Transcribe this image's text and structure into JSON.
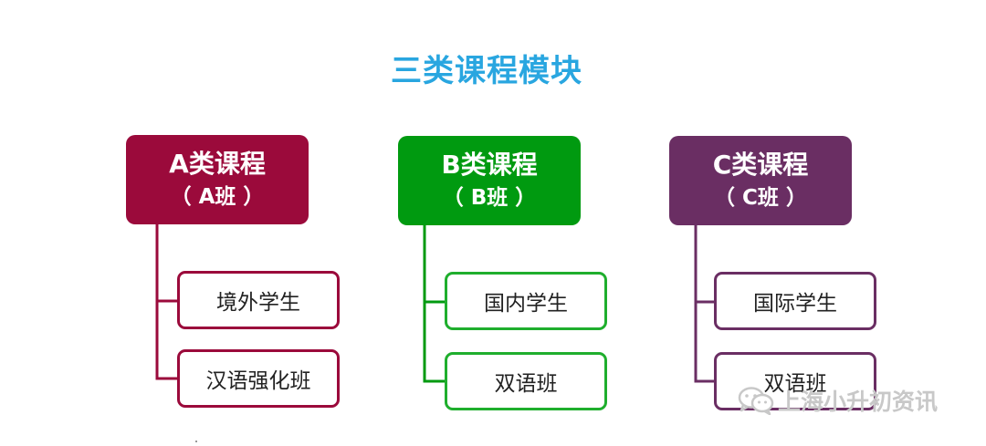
{
  "title": "三类课程模块",
  "columns": [
    {
      "name": "A类课程",
      "sub": "（ A班 ）",
      "color": "#9b0a3b",
      "children": [
        "境外学生",
        "汉语强化班"
      ]
    },
    {
      "name": "B类课程",
      "sub": "（ B班 ）",
      "color": "#009a10",
      "children": [
        "国内学生",
        "双语班"
      ]
    },
    {
      "name": "C类课程",
      "sub": "（ C班 ）",
      "color": "#6a2e63",
      "children": [
        "国际学生",
        "双语班"
      ]
    }
  ],
  "watermark": {
    "text": "上海小升初资讯",
    "icon": "wechat-icon"
  }
}
